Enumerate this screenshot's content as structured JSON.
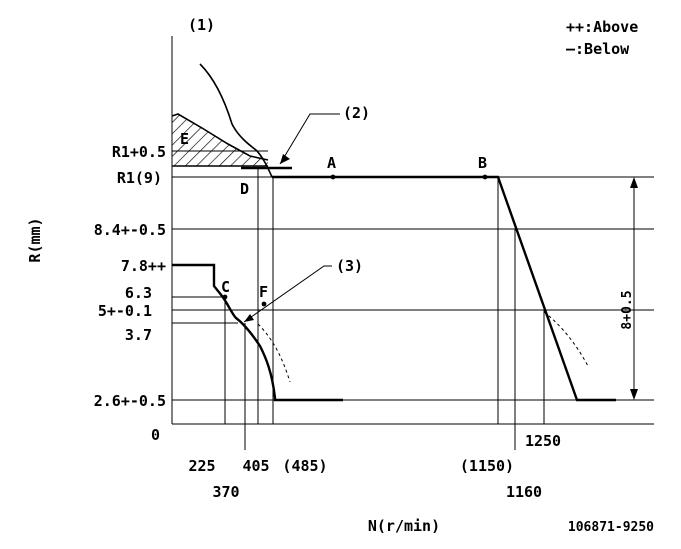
{
  "callouts": {
    "c1": "(1)",
    "c2": "(2)",
    "c3": "(3)"
  },
  "legend": {
    "above": "++:Above",
    "below": "—:Below"
  },
  "y_axis_label": "R(mm)",
  "x_axis_label": "N(r/min)",
  "drawing_number": "106871-9250",
  "y_ticks": {
    "r1_plus": "R1+0.5",
    "r1": "R1(9)",
    "v84": "8.4+-0.5",
    "v78": "7.8++",
    "v63": "6.3",
    "v5": "5+-0.1",
    "v37": "3.7",
    "v26": "2.6+-0.5",
    "zero": "0"
  },
  "x_ticks": {
    "t225": "225",
    "t370": "370",
    "t405": "405",
    "t485": "(485)",
    "t1150": "(1150)",
    "t1160": "1160",
    "t1250": "1250"
  },
  "points": {
    "A": "A",
    "B": "B",
    "C": "C",
    "D": "D",
    "E": "E",
    "F": "F"
  },
  "dimension": "8+0.5"
}
